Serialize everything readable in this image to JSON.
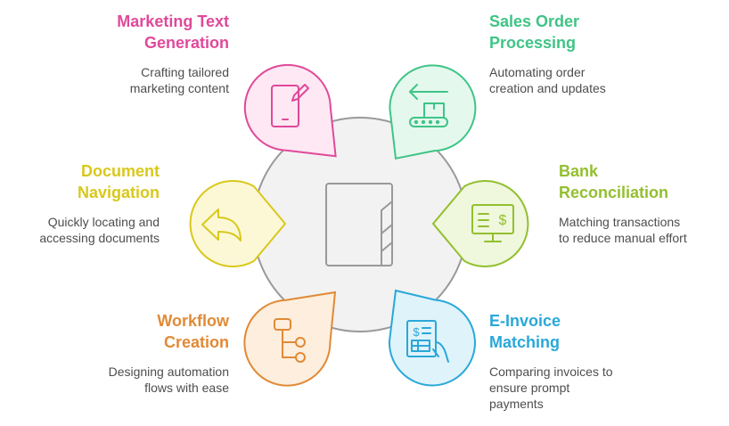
{
  "items": [
    {
      "key": "marketing",
      "title_lines": [
        "Marketing Text",
        "Generation"
      ],
      "desc_lines": [
        "Crafting tailored",
        "marketing content"
      ],
      "color": "#e0499a",
      "fill": "#fde8f3",
      "icon": "tablet-pencil-icon"
    },
    {
      "key": "sales",
      "title_lines": [
        "Sales Order",
        "Processing"
      ],
      "desc_lines": [
        "Automating order",
        "creation and updates"
      ],
      "color": "#3fc486",
      "fill": "#e4f8ee",
      "icon": "conveyor-box-icon"
    },
    {
      "key": "document",
      "title_lines": [
        "Document",
        "Navigation"
      ],
      "desc_lines": [
        "Quickly locating and",
        "accessing documents"
      ],
      "color": "#d9c81c",
      "fill": "#fcf8d6",
      "icon": "return-arrow-icon"
    },
    {
      "key": "bank",
      "title_lines": [
        "Bank",
        "Reconciliation"
      ],
      "desc_lines": [
        "Matching transactions",
        "to reduce manual effort"
      ],
      "color": "#93bf2f",
      "fill": "#eff7dc",
      "icon": "monitor-dollar-icon"
    },
    {
      "key": "workflow",
      "title_lines": [
        "Workflow",
        "Creation"
      ],
      "desc_lines": [
        "Designing automation",
        "flows with ease"
      ],
      "color": "#e08a36",
      "fill": "#fdeedd",
      "icon": "flow-chart-icon"
    },
    {
      "key": "einvoice",
      "title_lines": [
        "E-Invoice",
        "Matching"
      ],
      "desc_lines": [
        "Comparing invoices to",
        "ensure prompt",
        "payments"
      ],
      "color": "#29a8d8",
      "fill": "#dff3fb",
      "icon": "invoice-hand-icon"
    }
  ],
  "center": {
    "icon": "folder-tabs-icon",
    "fill": "#f2f2f2",
    "stroke": "#999999"
  }
}
